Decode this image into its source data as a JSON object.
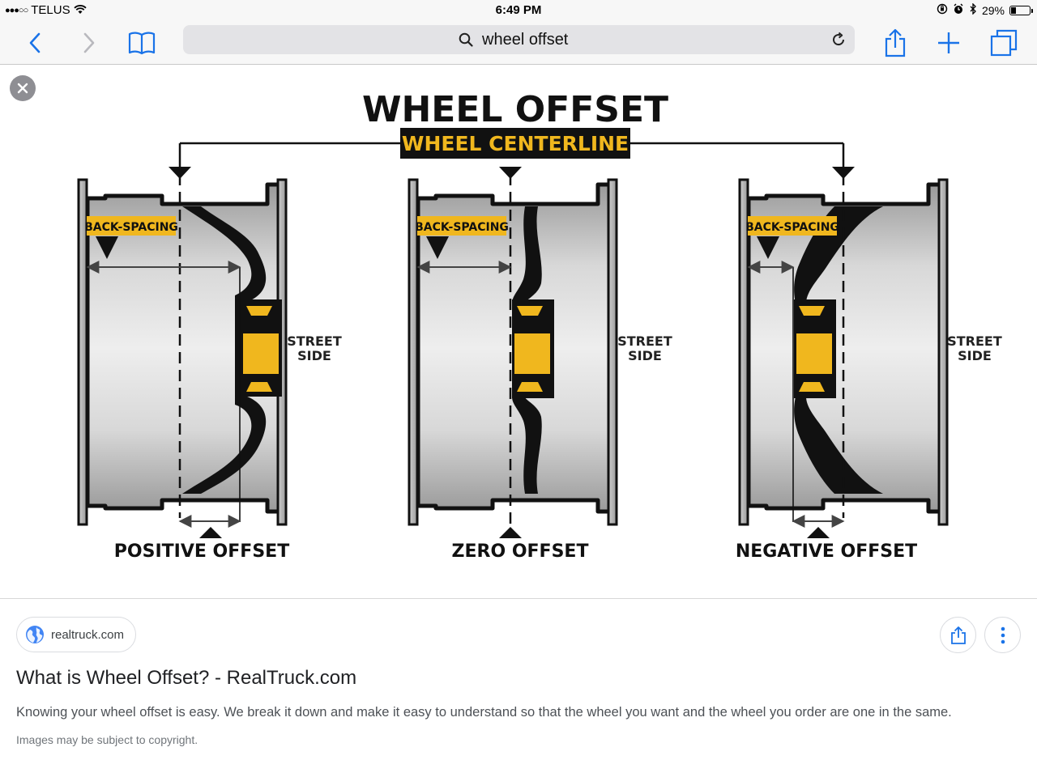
{
  "status_bar": {
    "signal": "●●●○○",
    "carrier": "TELUS",
    "time": "6:49 PM",
    "battery": "29%",
    "battery_level": 0.29
  },
  "toolbar": {
    "search_text": "wheel offset",
    "icons": [
      "back-icon",
      "forward-icon",
      "bookmarks-icon",
      "search-icon",
      "reload-icon",
      "share-icon",
      "add-tab-icon",
      "tabs-icon"
    ]
  },
  "diagram": {
    "title": "WHEEL OFFSET",
    "centerline_label": "WHEEL CENTERLINE",
    "back_spacing_label": "BACK-SPACING",
    "street_side_line1": "STREET",
    "street_side_line2": "SIDE",
    "wheels": [
      {
        "offset_label": "POSITIVE OFFSET"
      },
      {
        "offset_label": "ZERO OFFSET"
      },
      {
        "offset_label": "NEGATIVE OFFSET"
      }
    ],
    "colors": {
      "accent_yellow": "#f0b71e",
      "dark": "#111111",
      "rim_gray": "#bdbdbd"
    }
  },
  "result": {
    "source": "realtruck.com",
    "title": "What is Wheel Offset? - RealTruck.com",
    "description": "Knowing your wheel offset is easy. We break it down and make it easy to understand so that the wheel you want and the wheel you order are one in the same.",
    "copyright": "Images may be subject to copyright."
  }
}
